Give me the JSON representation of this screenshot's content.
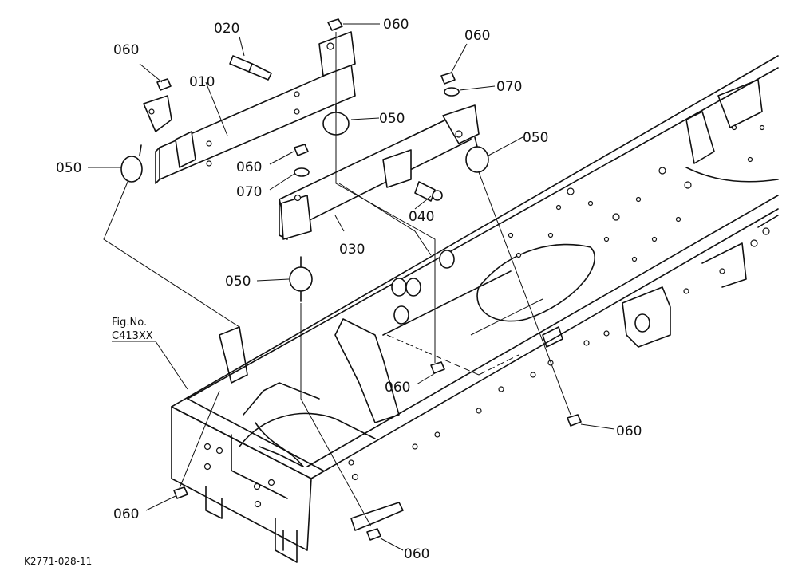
{
  "diagram": {
    "drawing_code": "K2771-028-11",
    "figure_reference": {
      "caption": "Fig.No.",
      "number": "C413XX"
    },
    "callouts": [
      {
        "id": "c-010",
        "text": "010"
      },
      {
        "id": "c-020",
        "text": "020"
      },
      {
        "id": "c-030",
        "text": "030"
      },
      {
        "id": "c-040",
        "text": "040"
      },
      {
        "id": "c-050a",
        "text": "050"
      },
      {
        "id": "c-050b",
        "text": "050"
      },
      {
        "id": "c-050c",
        "text": "050"
      },
      {
        "id": "c-050d",
        "text": "050"
      },
      {
        "id": "c-060a",
        "text": "060"
      },
      {
        "id": "c-060b",
        "text": "060"
      },
      {
        "id": "c-060c",
        "text": "060"
      },
      {
        "id": "c-060d",
        "text": "060"
      },
      {
        "id": "c-060e",
        "text": "060"
      },
      {
        "id": "c-060f",
        "text": "060"
      },
      {
        "id": "c-060g",
        "text": "060"
      },
      {
        "id": "c-060h",
        "text": "060"
      },
      {
        "id": "c-070a",
        "text": "070"
      },
      {
        "id": "c-070b",
        "text": "070"
      }
    ]
  }
}
